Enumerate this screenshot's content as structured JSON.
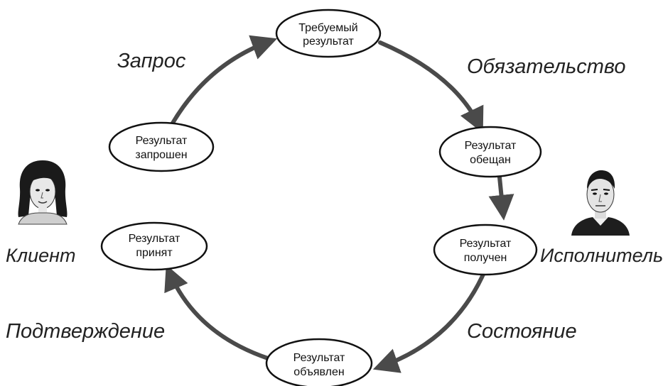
{
  "nodes": {
    "required": {
      "line1": "Требуемый",
      "line2": "результат"
    },
    "requested": {
      "line1": "Результат",
      "line2": "запрошен"
    },
    "promised": {
      "line1": "Результат",
      "line2": "обещан"
    },
    "accepted": {
      "line1": "Результат",
      "line2": "принят"
    },
    "received": {
      "line1": "Результат",
      "line2": "получен"
    },
    "declared": {
      "line1": "Результат",
      "line2": "объявлен"
    }
  },
  "phases": {
    "request": "Запрос",
    "commitment": "Обязательство",
    "confirmation": "Подтверждение",
    "state": "Состояние"
  },
  "roles": {
    "client": "Клиент",
    "performer": "Исполнитель"
  },
  "colors": {
    "arrow": "#4a4a4a",
    "node_stroke": "#111111",
    "node_fill": "#ffffff"
  }
}
